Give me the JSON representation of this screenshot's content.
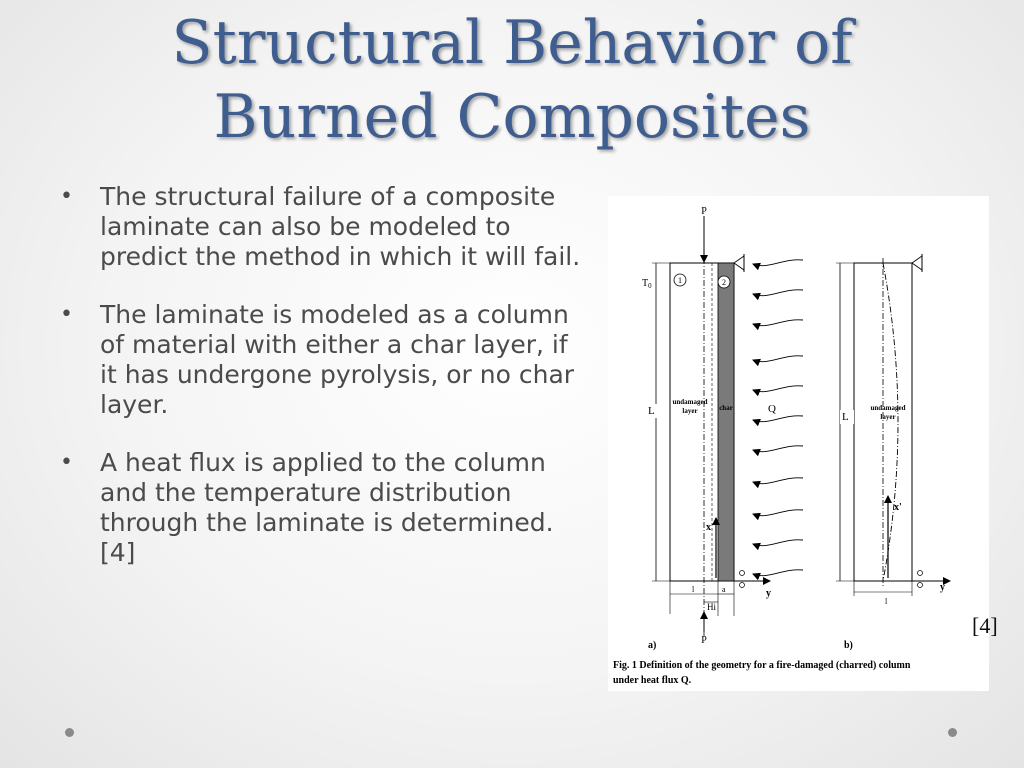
{
  "slide": {
    "title_line1": "Structural Behavior of",
    "title_line2": "Burned Composites",
    "bullet_char": "•",
    "bullets": [
      "The structural failure of a composite laminate can also be modeled to predict the method in which it will fail.",
      "The laminate is modeled as a column of material with either a char layer, if it has undergone pyrolysis, or no char layer.",
      "A heat flux is applied to the column and the temperature distribution through the laminate is determined. [4]"
    ],
    "figure_ref": "[4]"
  },
  "figure": {
    "load_top": "P",
    "load_bottom": "P",
    "t0": "T",
    "t0_sub": "0",
    "circle1": "1",
    "circle2": "2",
    "undamaged_line1": "undamaged",
    "undamaged_line2": "layer",
    "char": "char",
    "heat_flux": "Q",
    "length_a": "L",
    "length_b": "L",
    "x_axis_a": "x",
    "y_axis_a": "y",
    "x_axis_b": "x'",
    "y_axis_b": "y",
    "dim_l_a": "l",
    "dim_l_b": "l",
    "dim_a": "a",
    "dim_hi": "Hi",
    "label_a": "a)",
    "label_b": "b)",
    "caption_line1": "Fig. 1   Definition of the geometry for a fire-damaged (charred) column",
    "caption_line2": "under heat flux Q."
  }
}
